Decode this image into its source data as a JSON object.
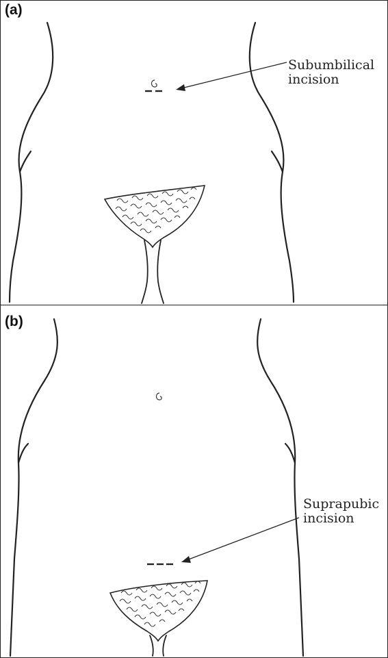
{
  "panels": [
    {
      "letter": "(a)",
      "label_line1": "Subumbilical",
      "label_line2": "incision"
    },
    {
      "letter": "(b)",
      "label_line1": "Suprapubic",
      "label_line2": "incision"
    }
  ],
  "colors": {
    "ink": "#222222",
    "background": "#ffffff"
  }
}
